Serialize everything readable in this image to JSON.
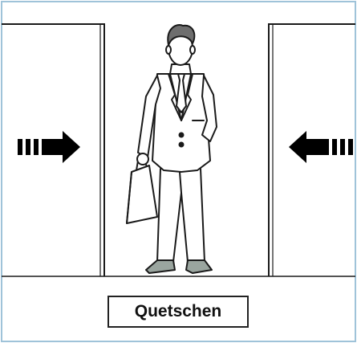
{
  "caption": "Quetschen",
  "colors": {
    "frame": "#9fc3d9",
    "line": "#1a1a1a",
    "arrow": "#000000",
    "shoe": "#9aa59f",
    "hair": "#6e6e6e"
  },
  "icons": [
    "door-left",
    "door-right",
    "arrow-right-icon",
    "arrow-left-icon",
    "businessman-figure",
    "briefcase-icon"
  ]
}
